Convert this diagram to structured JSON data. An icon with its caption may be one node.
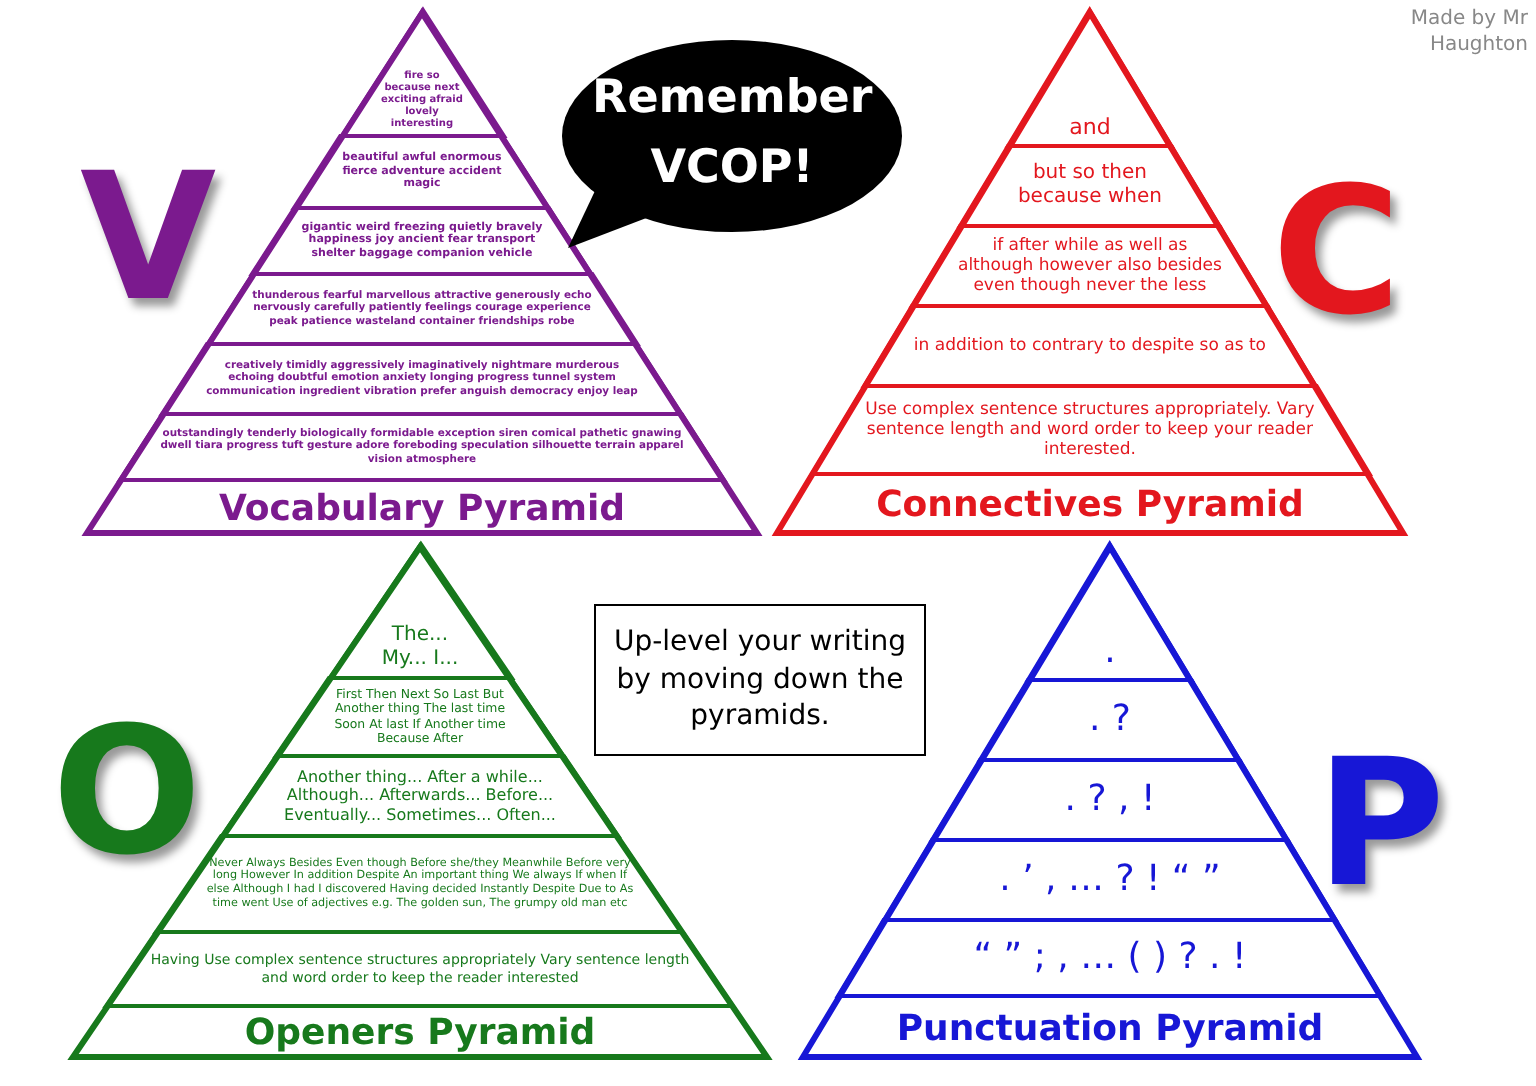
{
  "diagram": {
    "nodes": [
      {
        "text": [
          "Vocabulary Pyramid"
        ]
      },
      {
        "text": [
          "fire so because next exciting afraid lovely interesting"
        ],
        "in": 0
      },
      {
        "text": [
          "beautiful awful enormous fierce adventure accident magic"
        ],
        "in": 0
      },
      {
        "text": [
          "gigantic weird freezing quietly bravely happiness joy ancient fear transport shelter baggage companion vehicle"
        ],
        "in": 0
      },
      {
        "text": [
          "thunderous fearful marvellous attractive generously echo nervously carefully patiently feelings courage experience peak patience wasteland container friendships robe"
        ],
        "in": 0
      },
      {
        "text": [
          "creatively timidly aggressively imaginatively nightmare murderous echoing doubtful emotion anxiety longing progress tunnel system communication ingredient vibration prefer anguish democracy enjoy leap"
        ],
        "in": 0
      },
      {
        "text": [
          "outstandingly tenderly biologically formidable exception siren comical pathetic gnawing dwell tiara progress tuft gesture adore foreboding speculation silhouette terrain apparel vision atmosphere"
        ],
        "in": 0
      },
      {
        "text": [
          "Remember VCOP!"
        ]
      },
      {
        "text": [
          "Connectives Pyramid"
        ]
      },
      {
        "text": [
          "and"
        ],
        "in": 8
      },
      {
        "text": [
          "but so then because when"
        ],
        "in": 8
      },
      {
        "text": [
          "if after while as well as although however also besides even though never the less"
        ],
        "in": 8
      },
      {
        "text": [
          "in addition to contrary to despite so as to"
        ],
        "in": 8
      },
      {
        "text": [
          "Use complex sentence structures appropriately. Vary sentence length and word order to keep your reader interested."
        ],
        "in": 8
      },
      {
        "text": [
          "Openers Pyramid"
        ]
      },
      {
        "text": [
          "The... My... I..."
        ],
        "in": 14
      },
      {
        "text": [
          "First Then Next So Last But Another thing The last time Soon At last If Another time Because After"
        ],
        "in": 14
      },
      {
        "text": [
          "Another thing... After a while... Although... Afterwards... Before... Eventually... Sometimes... Often..."
        ],
        "in": 14
      },
      {
        "text": [
          "Never Always Besides Even though Before she/they Meanwhile Before very long However In addition Despite An important thing We always If when If else Although I had I discovered Having decided Instantly Despite Due to As time went Use of adjectives e.g. The golden sun, The grumpy old man etc"
        ],
        "in": 14
      },
      {
        "text": [
          "Having Use complex sentence structures appropriately Vary sentence length and word order to keep the reader interested"
        ],
        "in": 14
      },
      {
        "text": [
          "Up-level your writing by moving down the pyramids."
        ]
      },
      {
        "text": [
          "Punctuation Pyramid"
        ]
      },
      {
        "text": [
          "."
        ],
        "in": 21
      },
      {
        "text": [
          ". ?"
        ],
        "in": 21
      },
      {
        "text": [
          ". ? , !"
        ],
        "in": 21
      },
      {
        "text": [
          ". ’ , … ? ! “ ”"
        ],
        "in": 21
      },
      {
        "text": [
          "“ ” ; , … ( ) ? . !"
        ],
        "in": 21
      }
    ],
    "labels": [
      "Made by Mr Haughton",
      "V",
      "C",
      "O",
      "P"
    ]
  }
}
